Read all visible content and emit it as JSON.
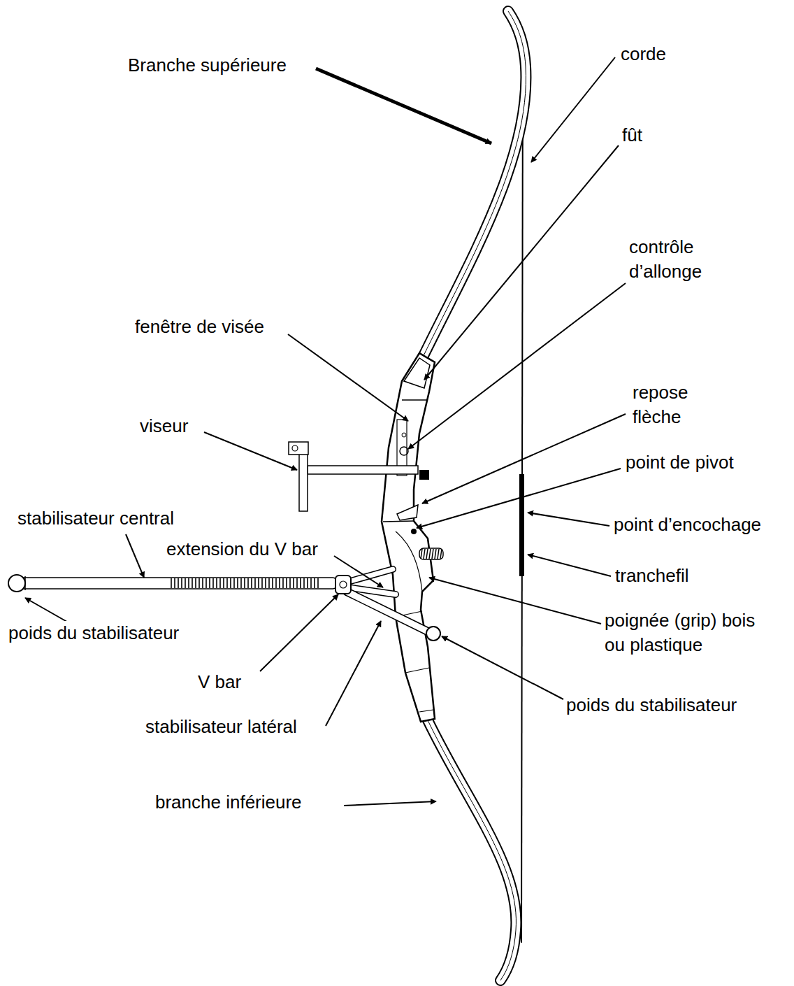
{
  "diagram": {
    "labels": [
      "Branche supérieure",
      "corde",
      "fût",
      "contrôle d’allonge",
      "fenêtre de visée",
      "viseur",
      "repose flèche",
      "point de pivot",
      "stabilisateur central",
      "extension du V bar",
      "point d’encochage",
      "tranchefil",
      "poids du stabilisateur",
      "poignée (grip) bois ou plastique",
      "V bar",
      "poids du stabilisateur",
      "stabilisateur latéral",
      "branche inférieure"
    ]
  }
}
